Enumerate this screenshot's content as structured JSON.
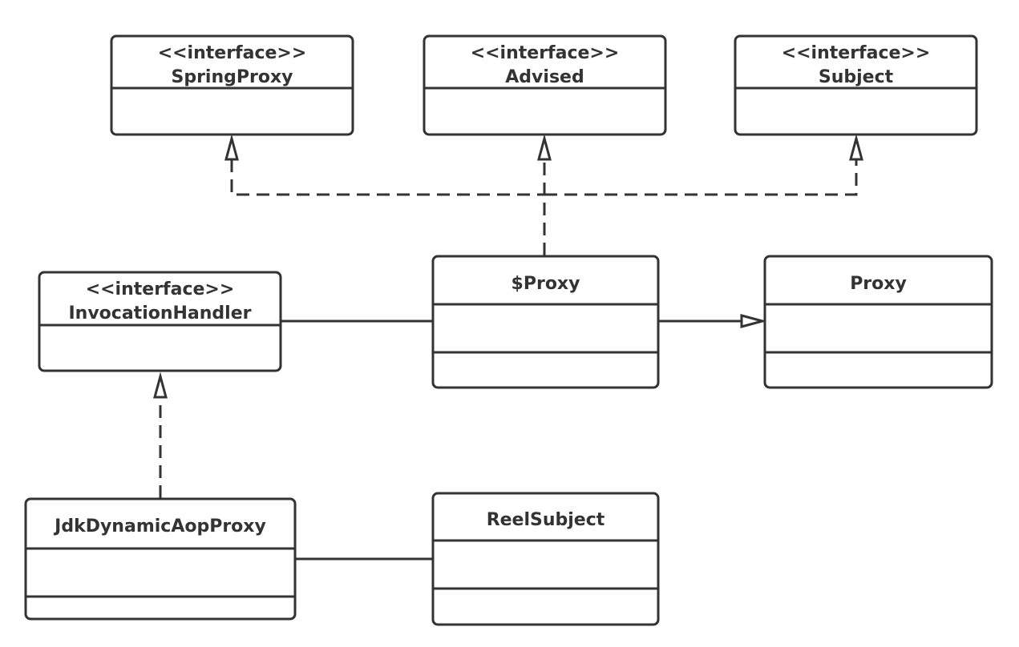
{
  "classes": {
    "spring_proxy": {
      "stereotype": "<<interface>>",
      "name": "SpringProxy"
    },
    "advised": {
      "stereotype": "<<interface>>",
      "name": "Advised"
    },
    "subject": {
      "stereotype": "<<interface>>",
      "name": "Subject"
    },
    "invocation_handler": {
      "stereotype": "<<interface>>",
      "name": "InvocationHandler"
    },
    "dollar_proxy": {
      "name": "$Proxy"
    },
    "proxy": {
      "name": "Proxy"
    },
    "jdk_dynamic_aop_proxy": {
      "name": "JdkDynamicAopProxy"
    },
    "reel_subject": {
      "name": "ReelSubject"
    }
  },
  "relations": [
    {
      "from": "$Proxy",
      "to": "SpringProxy",
      "type": "realization"
    },
    {
      "from": "$Proxy",
      "to": "Advised",
      "type": "realization"
    },
    {
      "from": "$Proxy",
      "to": "Subject",
      "type": "realization"
    },
    {
      "from": "$Proxy",
      "to": "Proxy",
      "type": "generalization"
    },
    {
      "from": "$Proxy",
      "to": "InvocationHandler",
      "type": "association"
    },
    {
      "from": "JdkDynamicAopProxy",
      "to": "InvocationHandler",
      "type": "realization"
    },
    {
      "from": "JdkDynamicAopProxy",
      "to": "ReelSubject",
      "type": "association"
    }
  ]
}
